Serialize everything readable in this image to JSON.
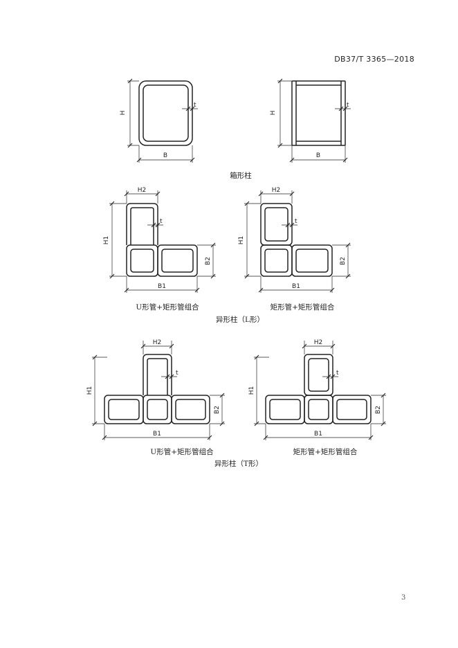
{
  "header": {
    "code": "DB37/T 3365—2018"
  },
  "page_number": "3",
  "box_columns": {
    "caption": "箱形柱",
    "labels": {
      "height": "H",
      "width": "B",
      "thickness": "t"
    }
  },
  "l_columns": {
    "caption": "异形柱（L形）",
    "left_label": "U形管+矩形管组合",
    "right_label": "矩形管+矩形管组合",
    "labels": {
      "h1": "H1",
      "h2": "H2",
      "b1": "B1",
      "b2": "B2",
      "thickness": "t"
    }
  },
  "t_columns": {
    "caption": "异形柱（T形）",
    "left_label": "U形管+矩形管组合",
    "right_label": "矩形管+矩形管组合",
    "labels": {
      "h1": "H1",
      "h2": "H2",
      "b1": "B1",
      "b2": "B2",
      "thickness": "t"
    }
  }
}
